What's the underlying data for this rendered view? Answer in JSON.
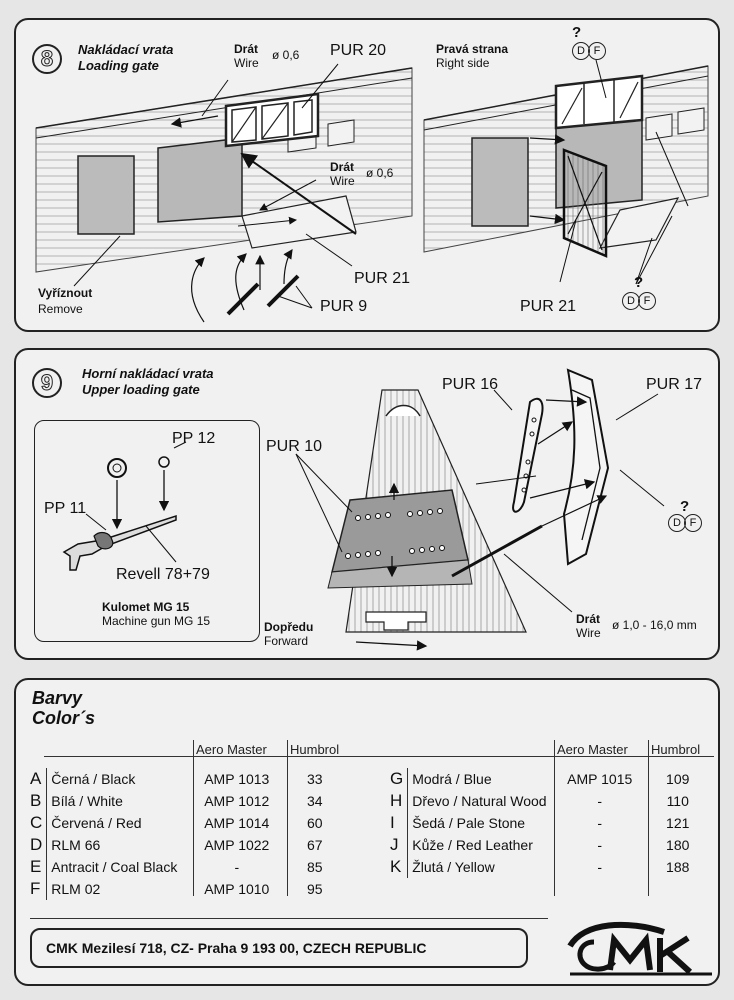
{
  "step8": {
    "number": "8",
    "title_cz": "Nakládací vrata",
    "title_en": "Loading gate",
    "wire_top_cz": "Drát",
    "wire_top_en": "Wire",
    "wire_top_size": "ø 0,6",
    "pur20": "PUR 20",
    "wire_mid_cz": "Drát",
    "wire_mid_en": "Wire",
    "wire_mid_size": "ø 0,6",
    "pur21_left": "PUR 21",
    "pur9": "PUR 9",
    "remove_cz": "Vyříznout",
    "remove_en": "Remove",
    "right_cz": "Pravá strana",
    "right_en": "Right side",
    "df_top": [
      "D",
      "F"
    ],
    "q_top": "?",
    "pur21_right": "PUR 21",
    "df_bottom": [
      "D",
      "F"
    ],
    "q_bottom": "?"
  },
  "step9": {
    "number": "9",
    "title_cz": "Horní nakládací vrata",
    "title_en": "Upper loading gate",
    "pp12": "PP 12",
    "pp11": "PP 11",
    "revell": "Revell 78+79",
    "mg_cz": "Kulomet MG 15",
    "mg_en": "Machine gun MG 15",
    "pur10": "PUR 10",
    "pur16": "PUR 16",
    "pur17": "PUR 17",
    "df": [
      "D",
      "F"
    ],
    "q": "?",
    "forward_cz": "Dopředu",
    "forward_en": "Forward",
    "wire_cz": "Drát",
    "wire_en": "Wire",
    "wire_size": "ø 1,0 - 16,0 mm"
  },
  "colors": {
    "title_cz": "Barvy",
    "title_en": "Color´s",
    "header_aero": "Aero Master",
    "header_humbrol": "Humbrol",
    "left": [
      {
        "letter": "A",
        "name": "Černá / Black",
        "aero": "AMP 1013",
        "humbrol": "33"
      },
      {
        "letter": "B",
        "name": "Bílá / White",
        "aero": "AMP 1012",
        "humbrol": "34"
      },
      {
        "letter": "C",
        "name": "Červená / Red",
        "aero": "AMP 1014",
        "humbrol": "60"
      },
      {
        "letter": "D",
        "name": "RLM 66",
        "aero": "AMP 1022",
        "humbrol": "67"
      },
      {
        "letter": "E",
        "name": "Antracit / Coal Black",
        "aero": "-",
        "humbrol": "85"
      },
      {
        "letter": "F",
        "name": "RLM 02",
        "aero": "AMP 1010",
        "humbrol": "95"
      }
    ],
    "right": [
      {
        "letter": "G",
        "name": "Modrá / Blue",
        "aero": "AMP 1015",
        "humbrol": "109"
      },
      {
        "letter": "H",
        "name": "Dřevo / Natural Wood",
        "aero": "-",
        "humbrol": "110"
      },
      {
        "letter": "I",
        "name": "Šedá / Pale Stone",
        "aero": "-",
        "humbrol": "121"
      },
      {
        "letter": "J",
        "name": "Kůže / Red Leather",
        "aero": "-",
        "humbrol": "180"
      },
      {
        "letter": "K",
        "name": "Žlutá / Yellow",
        "aero": "-",
        "humbrol": "188"
      }
    ],
    "address": "CMK Mezilesí 718, CZ- Praha 9  193 00, CZECH REPUBLIC",
    "logo_text": "CMK"
  }
}
